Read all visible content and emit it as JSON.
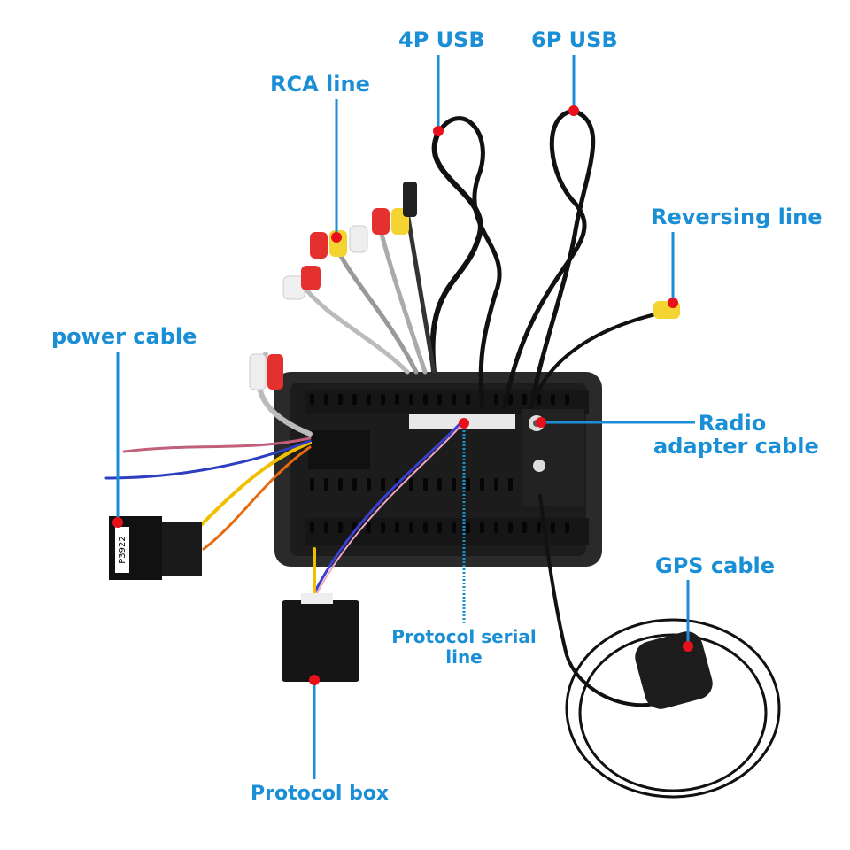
{
  "title": "Car stereo rear wiring diagram",
  "accent_color": "#1a8fd6",
  "dot_color": "#e8101a",
  "labels": {
    "rca_line": "RCA line",
    "usb_4p": "4P USB",
    "usb_6p": "6P USB",
    "reversing_line": "Reversing line",
    "power_cable": "power cable",
    "radio_adapter_line1": "Radio",
    "radio_adapter_line2": "adapter cable",
    "gps_cable": "GPS cable",
    "protocol_serial_line1": "Protocol serial",
    "protocol_serial_line2": "line",
    "protocol_box": "Protocol box"
  },
  "connector_tag": "P3922"
}
